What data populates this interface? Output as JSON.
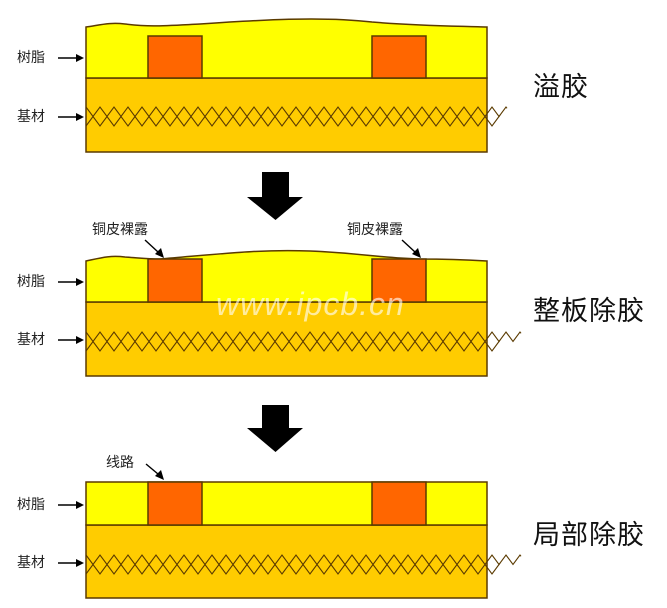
{
  "colors": {
    "resin": "#FFFF00",
    "substrate": "#FFCC00",
    "copper": "#FF6600",
    "outline": "#5A3A00",
    "arrow": "#000000",
    "text": "#1A1A1A"
  },
  "layer_labels": {
    "resin": "树脂",
    "substrate": "基材"
  },
  "steps": [
    {
      "title": "溢胶",
      "callout": null
    },
    {
      "title": "整板除胶",
      "callout": "铜皮裸露"
    },
    {
      "title": "局部除胶",
      "callout": "线路"
    }
  ],
  "callouts": {
    "step2_left": "铜皮裸露",
    "step2_right": "铜皮裸露",
    "step3_left": "线路"
  },
  "watermark": "www.ipcb.cn",
  "process_arrows": [
    "down-arrow",
    "down-arrow"
  ]
}
